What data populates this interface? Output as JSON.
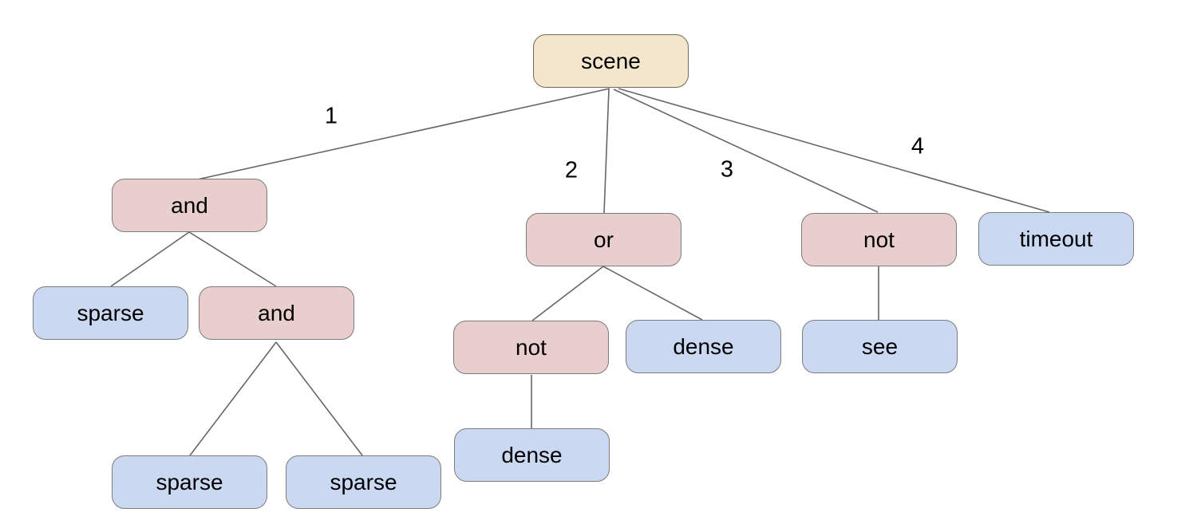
{
  "diagram": {
    "type": "tree",
    "colors": {
      "background": "#ffffff",
      "root_fill": "#f3e6cd",
      "root_border": "#6f6a58",
      "operator_fill": "#e8cecd",
      "leaf_fill": "#cbd8f1",
      "node_border": "#7c7c7c",
      "edge_line": "#666666",
      "text": "#000000"
    },
    "nodes": [
      {
        "id": "scene",
        "label": "scene",
        "kind": "root"
      },
      {
        "id": "and-1",
        "label": "and",
        "kind": "operator"
      },
      {
        "id": "or-1",
        "label": "or",
        "kind": "operator"
      },
      {
        "id": "not-1",
        "label": "not",
        "kind": "operator"
      },
      {
        "id": "timeout-1",
        "label": "timeout",
        "kind": "leaf"
      },
      {
        "id": "sparse-1",
        "label": "sparse",
        "kind": "leaf"
      },
      {
        "id": "and-2",
        "label": "and",
        "kind": "operator"
      },
      {
        "id": "not-2",
        "label": "not",
        "kind": "operator"
      },
      {
        "id": "dense-1",
        "label": "dense",
        "kind": "leaf"
      },
      {
        "id": "see-1",
        "label": "see",
        "kind": "leaf"
      },
      {
        "id": "sparse-2",
        "label": "sparse",
        "kind": "leaf"
      },
      {
        "id": "sparse-3",
        "label": "sparse",
        "kind": "leaf"
      },
      {
        "id": "dense-2",
        "label": "dense",
        "kind": "leaf"
      }
    ],
    "edges": [
      {
        "from": "scene",
        "to": "and-1",
        "label": "1"
      },
      {
        "from": "scene",
        "to": "or-1",
        "label": "2"
      },
      {
        "from": "scene",
        "to": "not-1",
        "label": "3"
      },
      {
        "from": "scene",
        "to": "timeout-1",
        "label": "4"
      },
      {
        "from": "and-1",
        "to": "sparse-1",
        "label": ""
      },
      {
        "from": "and-1",
        "to": "and-2",
        "label": ""
      },
      {
        "from": "and-2",
        "to": "sparse-2",
        "label": ""
      },
      {
        "from": "and-2",
        "to": "sparse-3",
        "label": ""
      },
      {
        "from": "or-1",
        "to": "not-2",
        "label": ""
      },
      {
        "from": "or-1",
        "to": "dense-1",
        "label": ""
      },
      {
        "from": "not-2",
        "to": "dense-2",
        "label": ""
      },
      {
        "from": "not-1",
        "to": "see-1",
        "label": ""
      }
    ]
  }
}
